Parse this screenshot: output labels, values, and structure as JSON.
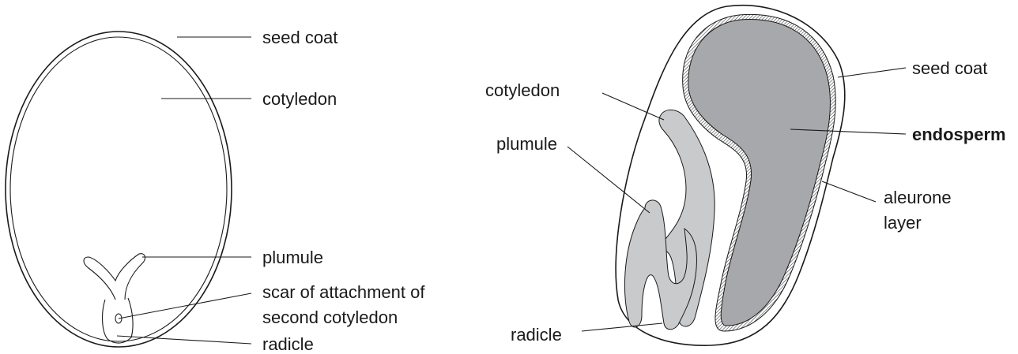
{
  "left_diagram": {
    "labels": {
      "seed_coat": "seed coat",
      "cotyledon": "cotyledon",
      "plumule": "plumule",
      "scar_line1": "scar of attachment of",
      "scar_line2": "second cotyledon",
      "radicle": "radicle"
    }
  },
  "right_diagram": {
    "labels": {
      "cotyledon": "cotyledon",
      "plumule": "plumule",
      "radicle": "radicle",
      "seed_coat": "seed coat",
      "endosperm": "endosperm",
      "aleurone_line1": "aleurone",
      "aleurone_line2": "layer"
    },
    "colors": {
      "endosperm_fill": "#a7a8ab",
      "embryo_fill": "#c9cacc",
      "outline": "#1a1a1a"
    }
  }
}
